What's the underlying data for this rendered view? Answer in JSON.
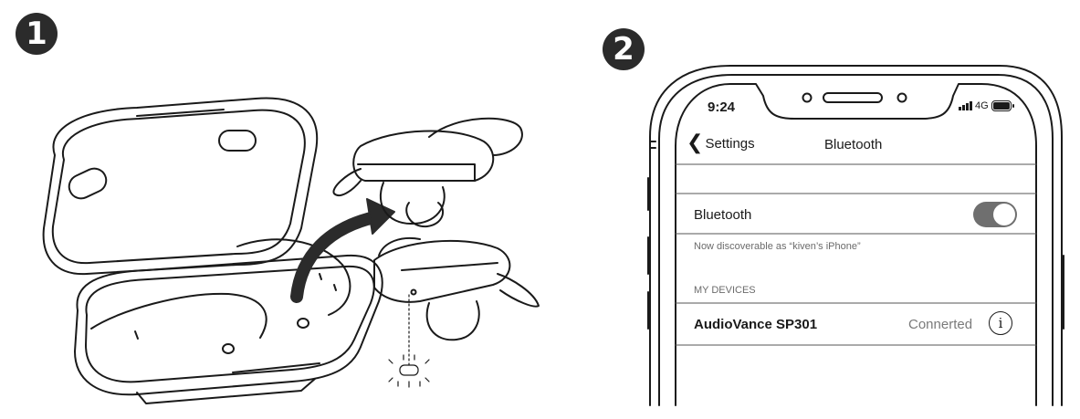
{
  "steps": {
    "step1": "1",
    "step2": "2"
  },
  "phone": {
    "status_bar": {
      "time": "9:24",
      "network": "4G",
      "signal_bars": 4,
      "battery_level": 1.0
    },
    "nav": {
      "back_label": "Settings",
      "title": "Bluetooth"
    },
    "bluetooth_row": {
      "label": "Bluetooth",
      "toggle_on": true
    },
    "discoverable_text": "Now discoverable as “kiven’s iPhone”",
    "section_header": "MY DEVICES",
    "devices": [
      {
        "name": "AudioVance SP301",
        "status": "Connerted",
        "info_icon": "info-circle-icon"
      }
    ]
  },
  "icons": [
    "earbuds-case-icon",
    "earbud-icon",
    "arrow-icon",
    "indicator-light-icon",
    "chevron-left-icon",
    "info-circle-icon",
    "battery-icon",
    "signal-icon"
  ],
  "colors": {
    "toggle_on": "#6f6f6f",
    "badge": "#2b2b2b",
    "line": "#1a1a1a"
  }
}
